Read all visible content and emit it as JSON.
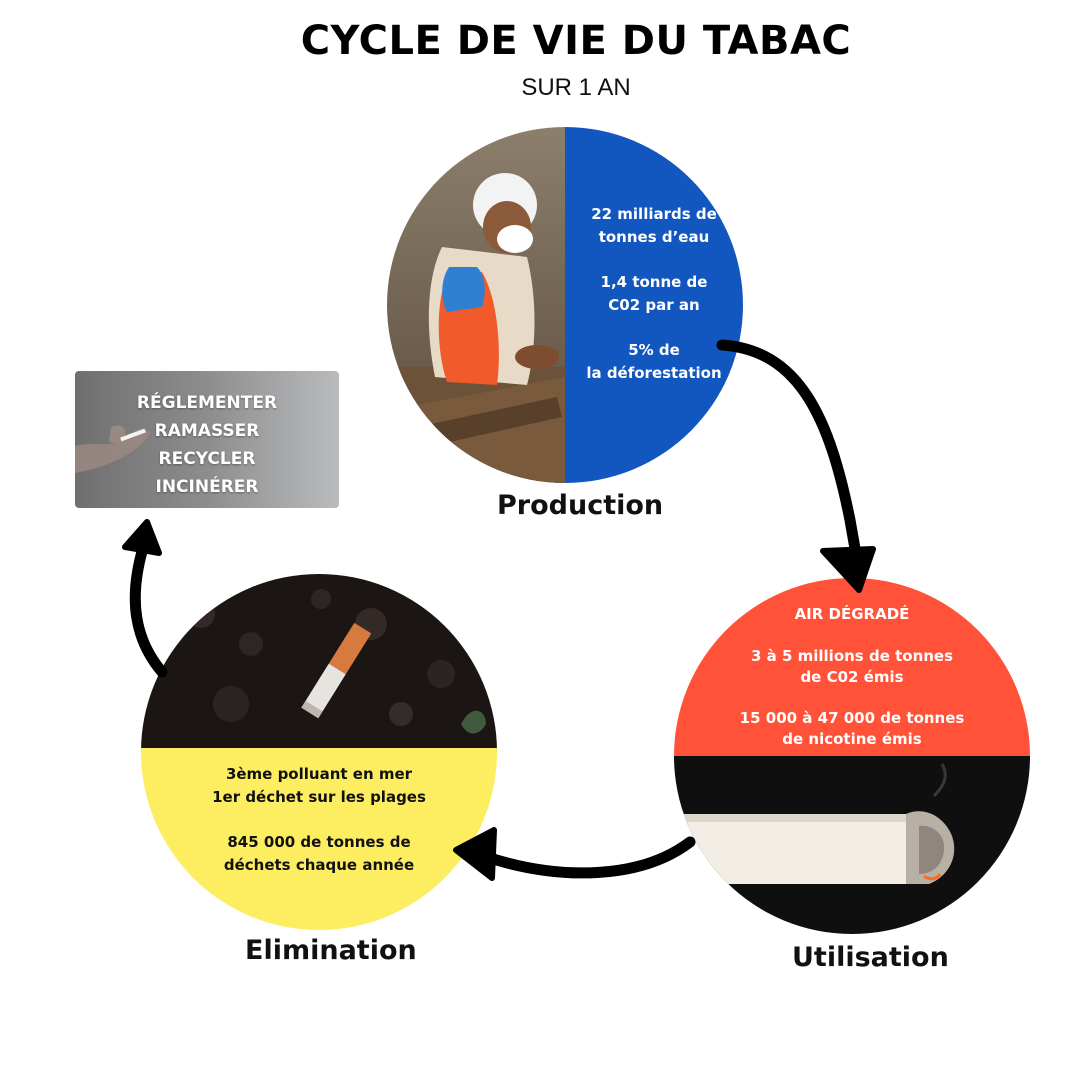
{
  "header": {
    "title": "CYCLE DE VIE DU TABAC",
    "subtitle": "SUR 1 AN"
  },
  "actions_box": {
    "items": [
      "RÉGLEMENTER",
      "RAMASSER",
      "RECYCLER",
      "INCINÉRER"
    ]
  },
  "production": {
    "label": "Production",
    "lines": [
      "22 milliards de",
      "tonnes d’eau",
      "1,4 tonne de",
      "C02 par an",
      "5% de",
      "la déforestation"
    ],
    "color": "#1257c0"
  },
  "utilisation": {
    "label": "Utilisation",
    "lines": [
      "AIR DÉGRADÉ",
      "3 à 5 millions de tonnes",
      "de C02 émis",
      "15 000 à 47 000 de tonnes",
      "de nicotine émis"
    ],
    "color": "#ff5238"
  },
  "elimination": {
    "label": "Elimination",
    "lines": [
      "3ème polluant en mer",
      "1er déchet sur les plages",
      "845 000 de tonnes de",
      "déchets chaque année"
    ],
    "color": "#fded60"
  },
  "colors": {
    "arrow": "#000000",
    "text_light": "#ffffff",
    "text_dark": "#111111"
  }
}
